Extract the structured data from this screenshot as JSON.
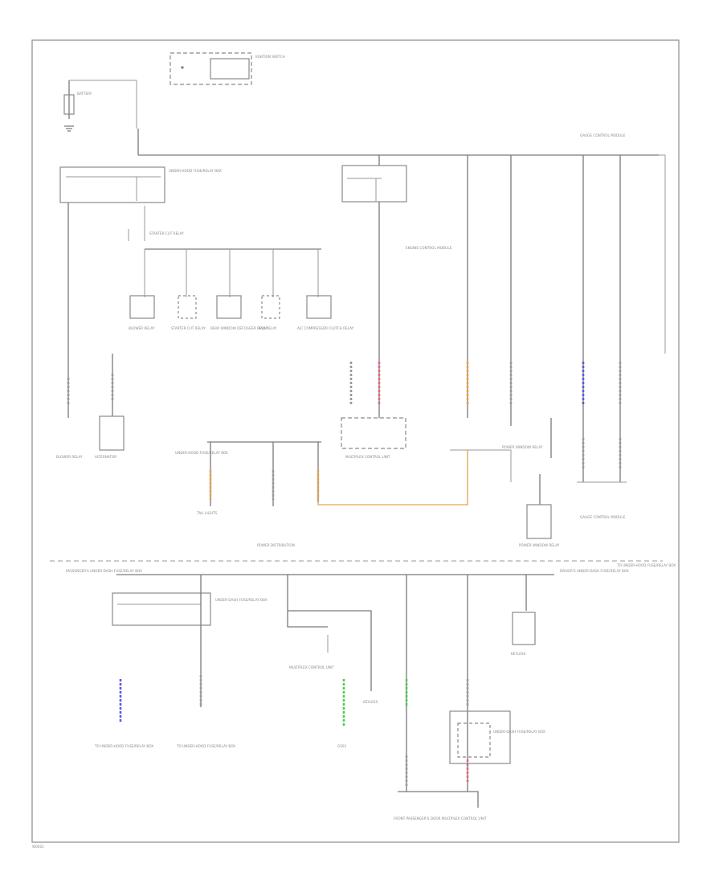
{
  "labels": {
    "battery": "BATTERY",
    "ignition_switch": "IGNITION SWITCH",
    "alternator": "ALTERNATOR",
    "underhood_fuse_relay_box": "UNDER-HOOD FUSE/RELAY BOX",
    "under_dash_fuse_relay_box": "UNDER-DASH FUSE/RELAY BOX",
    "blower_relay": "BLOWER RELAY",
    "starter_cut_relay": "STARTER CUT RELAY",
    "rear_window_defogger_relay": "REAR WINDOW DEFOGGER RELAY",
    "fan_relay": "FAN RELAY",
    "ac_compressor_clutch_relay": "A/C COMPRESSOR CLUTCH RELAY",
    "engine_control_module": "ENGINE CONTROL MODULE",
    "power_window_relay": "POWER WINDOW RELAY",
    "gauge_control_module": "GAUGE CONTROL MODULE",
    "passenger_under_dash_fuse": "PASSENGER'S UNDER-DASH FUSE/RELAY BOX",
    "driver_under_dash_fuse": "DRIVER'S UNDER-DASH FUSE/RELAY BOX",
    "multiplex_control_unit": "MULTIPLEX CONTROL UNIT",
    "power_distribution": "POWER DISTRIBUTION",
    "tail_lights": "TAIL LIGHTS",
    "front_passenger_door": "FRONT PASSENGER'S DOOR MULTIPLEX CONTROL UNIT",
    "to_underhood_a": "TO UNDER-HOOD FUSE/RELAY BOX",
    "to_underhood_b": "TO UNDER-HOOD FUSE/RELAY BOX",
    "keyless": "KEYLESS",
    "ground": "G501",
    "footer": "W0001"
  }
}
